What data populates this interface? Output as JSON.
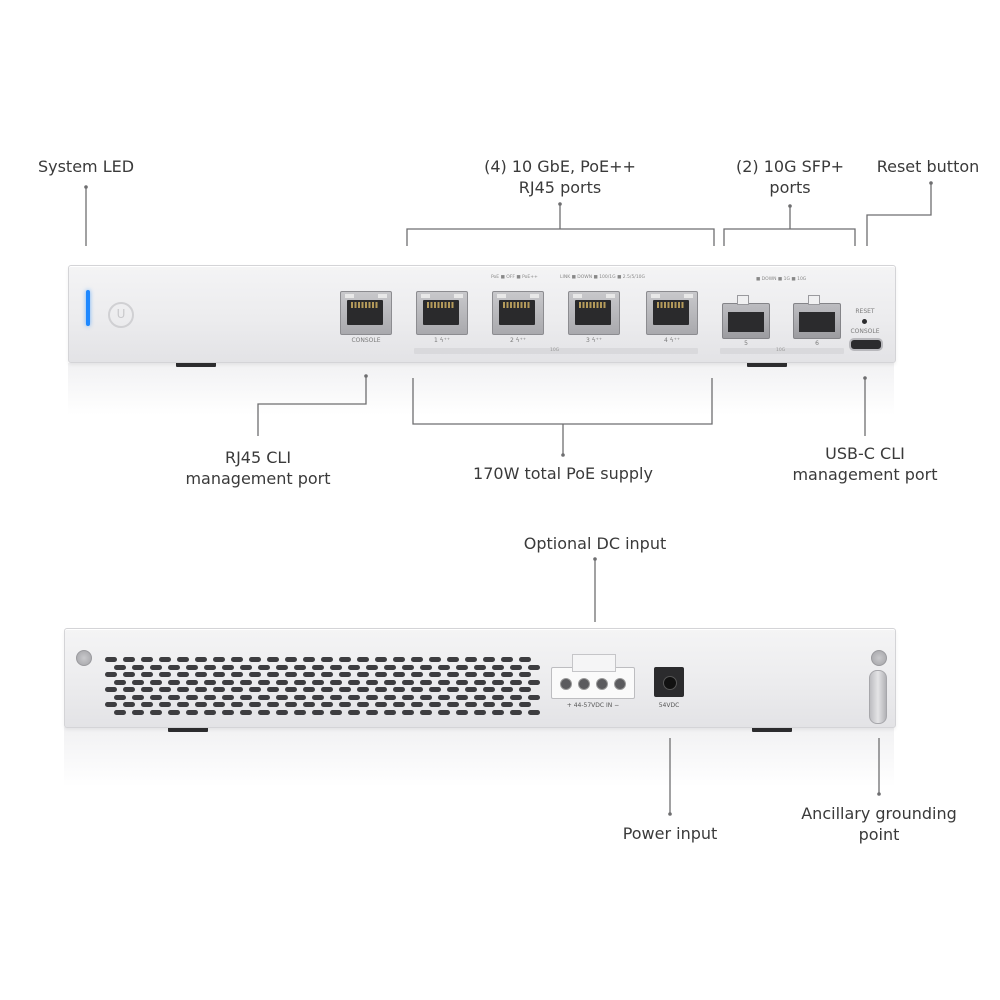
{
  "callouts": {
    "system_led": "System LED",
    "poe_ports_line1": "(4) 10 GbE, PoE++",
    "poe_ports_line2": "RJ45 ports",
    "sfp_ports_line1": "(2) 10G SFP+",
    "sfp_ports_line2": "ports",
    "reset_button": "Reset button",
    "rj45_cli_line1": "RJ45 CLI",
    "rj45_cli_line2": "management port",
    "poe_supply": "170W total PoE supply",
    "usbc_cli_line1": "USB-C CLI",
    "usbc_cli_line2": "management port",
    "optional_dc": "Optional DC input",
    "power_input": "Power input",
    "grounding_line1": "Ancillary grounding",
    "grounding_line2": "point"
  },
  "device_labels": {
    "console_rj45": "CONSOLE",
    "port1": "1 ϟ⁺⁺",
    "port2": "2 ϟ⁺⁺",
    "port3": "3 ϟ⁺⁺",
    "port4": "4 ϟ⁺⁺",
    "port5": "5",
    "port6": "6",
    "rj45_group": "10G",
    "sfp_group": "10G",
    "reset": "RESET",
    "console_usbc": "CONSOLE",
    "poe_legend": "PoE ■ OFF ■ PoE++",
    "link_legend": "LINK ■ DOWN ■ 100/1G ■ 2.5/5/10G",
    "sfp_legend": "■ DOWN ■ 1G ■ 10G",
    "dc_terminal": "+ 44-57VDC IN −",
    "dc_jack": "54VDC",
    "logo": "U"
  },
  "colors": {
    "system_led": "#1e88ff",
    "leader_line": "#6e6e70"
  }
}
